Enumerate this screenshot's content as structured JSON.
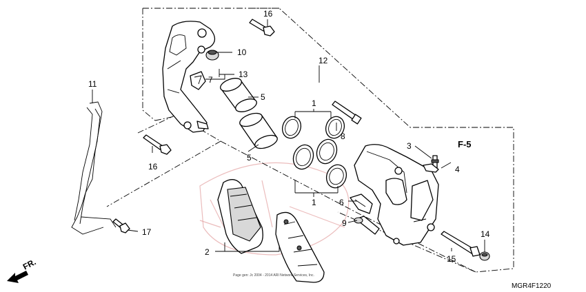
{
  "figure_ref": "F-5",
  "diagram_code": "MGR4F1220",
  "direction_label": "FR.",
  "copyright": "Page gen: Jc 2004 - 2014 ARI Network Services, Inc.",
  "callouts": {
    "c1_upper": "1",
    "c1_lower": "1",
    "c2": "2",
    "c3": "3",
    "c4": "4",
    "c5_upper": "5",
    "c5_lower": "5",
    "c6": "6",
    "c7": "7",
    "c8": "8",
    "c9": "9",
    "c10": "10",
    "c11": "11",
    "c12": "12",
    "c13": "13",
    "c14": "14",
    "c15": "15",
    "c16_upper": "16",
    "c16_lower": "16",
    "c17": "17"
  }
}
